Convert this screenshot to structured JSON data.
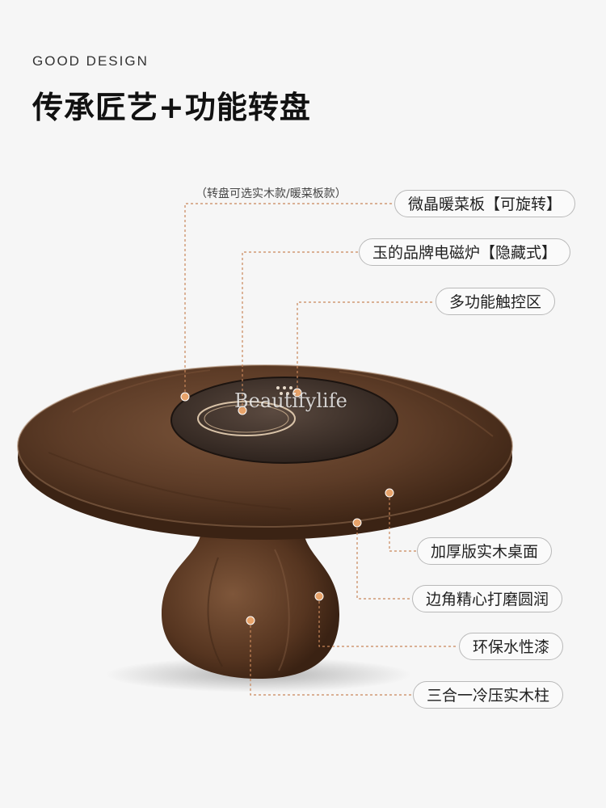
{
  "brand": "GOOD DESIGN",
  "headline": "传承匠艺+功能转盘",
  "note": "（转盘可选实木款/暖菜板款）",
  "callouts": [
    "微晶暖菜板【可旋转】",
    "玉的品牌电磁炉【隐藏式】",
    "多功能触控区",
    "加厚版实木桌面",
    "边角精心打磨圆润",
    "环保水性漆",
    "三合一冷压实木柱"
  ],
  "watermark": "Beautifylife",
  "colors": {
    "wood": "#5a3a25",
    "leader": "#c9875a",
    "marker": "#e8a36a"
  }
}
